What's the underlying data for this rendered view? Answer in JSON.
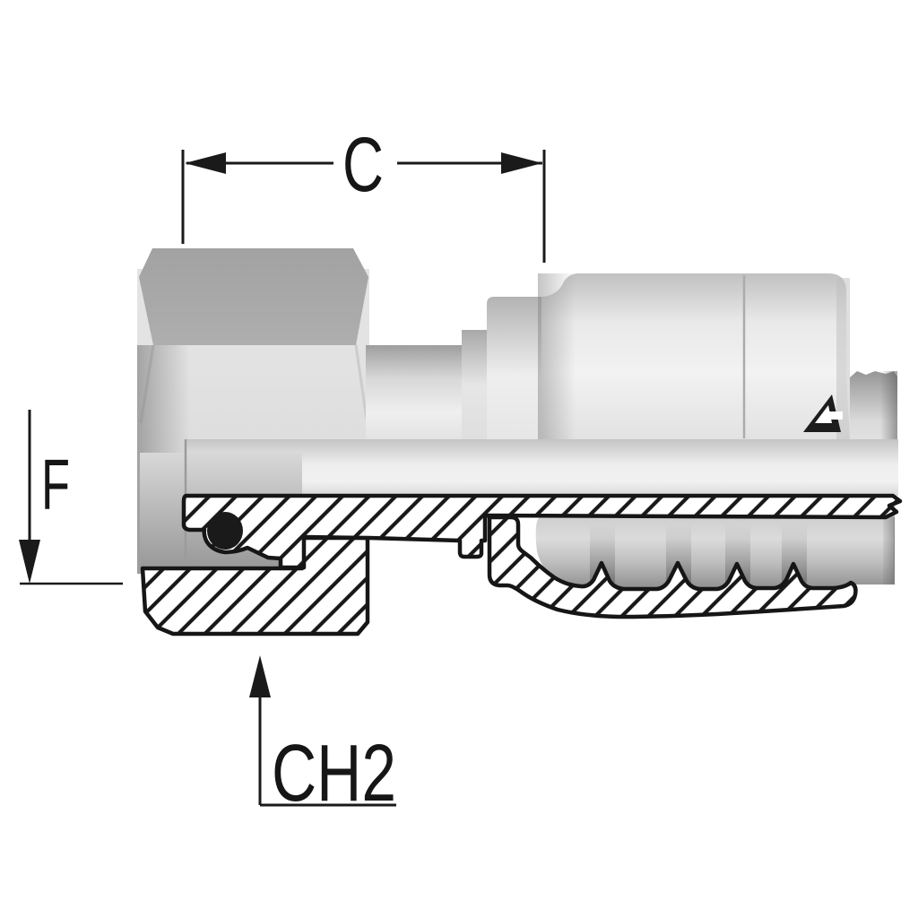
{
  "drawing": {
    "labels": {
      "c": "C",
      "f": "F",
      "ch2": "CH2"
    },
    "logo_icon": "alfagomma-mark",
    "colors": {
      "background": "#ffffff",
      "outline": "#161616",
      "nut_top_face": "#a8a8a8",
      "nut_body": "#dedede",
      "shell_body": "#ebebeb",
      "oring": "#1a1a1a"
    }
  }
}
